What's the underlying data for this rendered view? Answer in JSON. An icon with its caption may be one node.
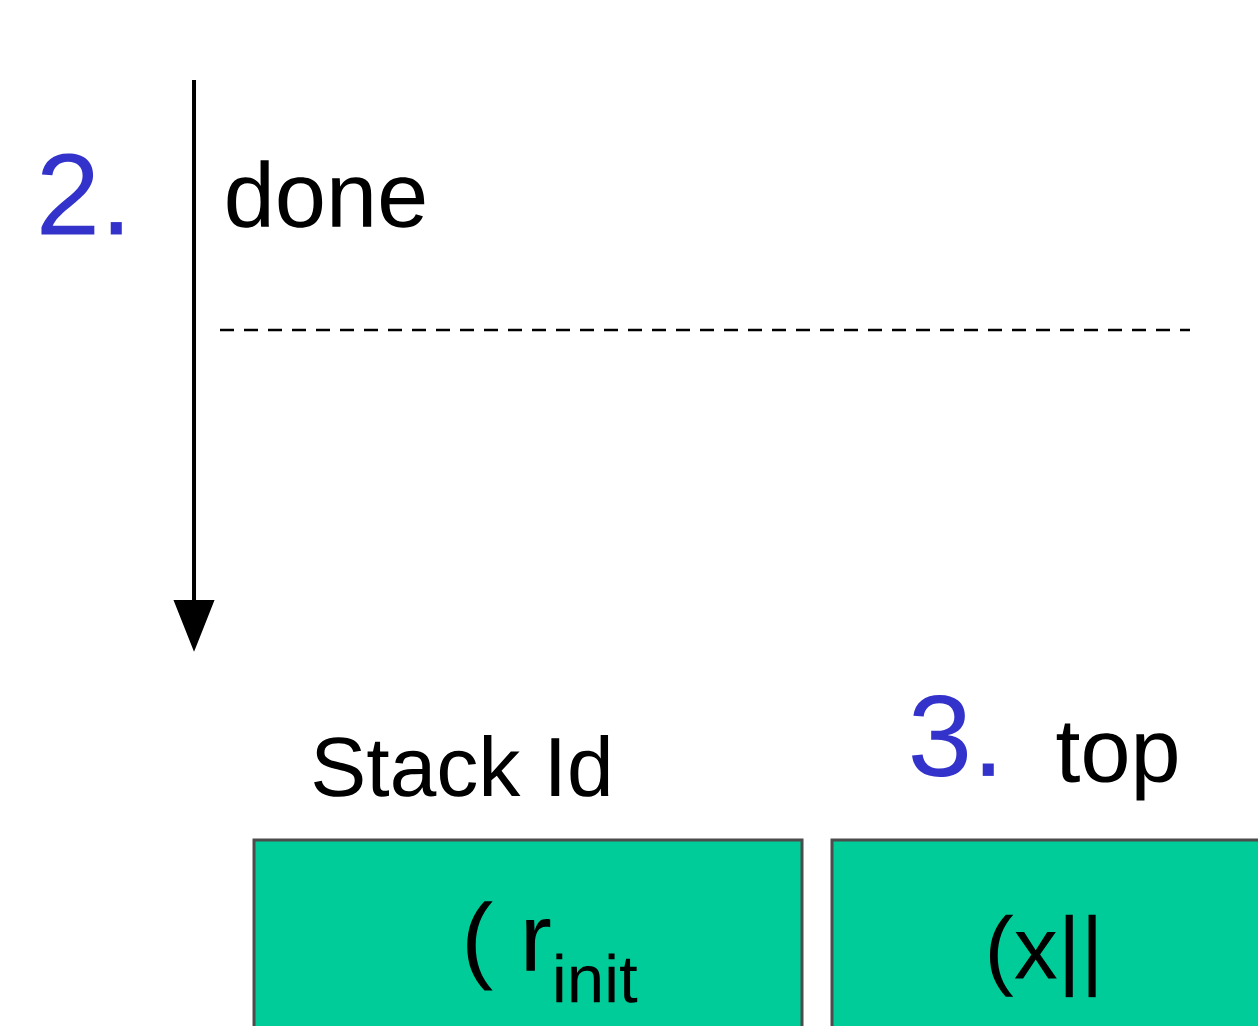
{
  "diagram": {
    "nodes": [
      {
        "text": [
          "Stack Id",
          "( r$_{init}$"
        ]
      },
      {
        "text": [
          "top",
          "(x||"
        ]
      }
    ],
    "labels": [
      "2.",
      "done",
      "3."
    ]
  }
}
